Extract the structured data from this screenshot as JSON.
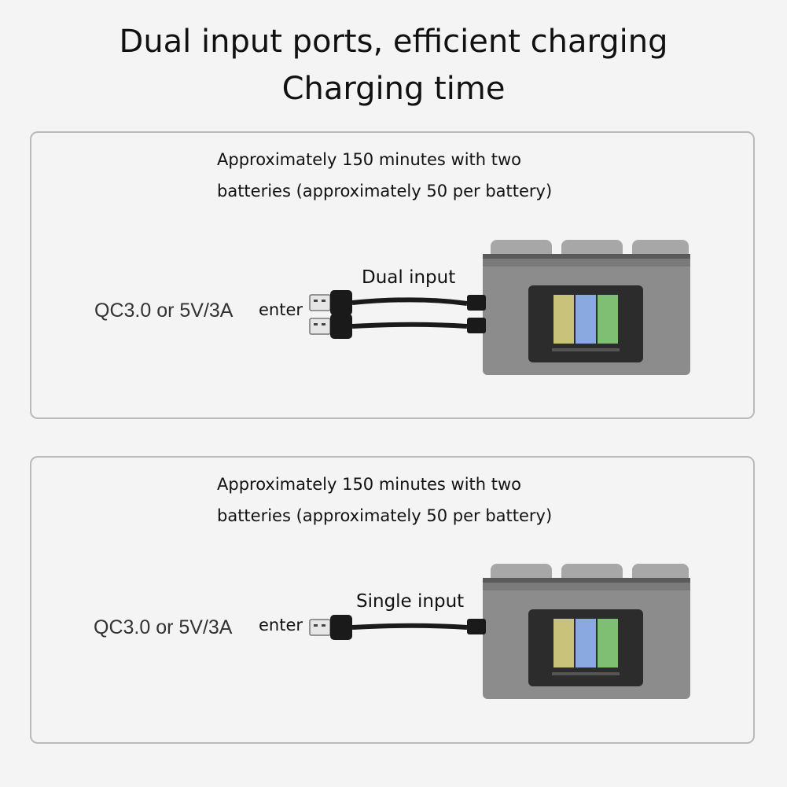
{
  "header": {
    "line1": "Dual input ports, efficient charging",
    "line2": "Charging time"
  },
  "panels": [
    {
      "desc_line1": "Approximately 150 minutes with two",
      "desc_line2": "batteries (approximately 50 per battery)",
      "mode_label": "Dual input",
      "source_label": "QC3.0 or 5V/3A",
      "enter_label": "enter"
    },
    {
      "desc_line1": "Approximately 150 minutes with two",
      "desc_line2": "batteries (approximately 50 per battery)",
      "mode_label": "Single input",
      "source_label": "QC3.0 or 5V/3A",
      "enter_label": "enter"
    }
  ],
  "colors": {
    "hub_body": "#8c8c8c",
    "screen_yellow": "#c9c27a",
    "screen_blue": "#8aa9e0",
    "screen_green": "#7fbf74",
    "cable": "#1a1a1a"
  },
  "icons": [
    "usb-plug-icon",
    "charging-hub-icon"
  ]
}
